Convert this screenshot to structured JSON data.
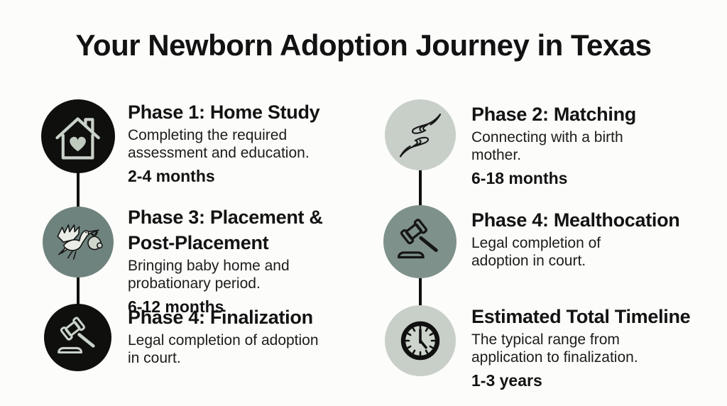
{
  "title": "Your Newborn Adoption Journey in Texas",
  "items": [
    {
      "title": [
        "Phase 1: Home Study",
        ""
      ],
      "desc": [
        "Completing the required",
        "assessment and education."
      ],
      "duration": "2-4 months",
      "icon": "house-heart-icon"
    },
    {
      "title": [
        "Phase 3: Placement &",
        "Post-Placement"
      ],
      "desc": [
        "Bringing baby home and",
        "probationary period."
      ],
      "duration": "6-12 months",
      "icon": "stork-delivery-icon"
    },
    {
      "title": [
        "Phase 4: Finalization",
        ""
      ],
      "desc": [
        "Legal completion of adoption",
        "in court."
      ],
      "duration": "",
      "icon": "gavel-icon"
    },
    {
      "title": [
        "Phase 2: Matching",
        ""
      ],
      "desc": [
        "Connecting with a birth",
        "mother."
      ],
      "duration": "6-18 months",
      "icon": "helping-hands-icon"
    },
    {
      "title": [
        "Phase 4: Mealthocation",
        ""
      ],
      "desc": [
        "Legal completion of",
        "adoption in court."
      ],
      "duration": "",
      "icon": "gavel-icon"
    },
    {
      "title": [
        "Estimated Total Timeline",
        ""
      ],
      "desc": [
        "The typical range from",
        "application to finalization."
      ],
      "duration": "1-3 years",
      "icon": "clock-icon"
    }
  ],
  "colors": {
    "background": "#fcfcfa",
    "text": "#141414",
    "circle_black": "#0f0f0d",
    "circle_sage_light": "#c7cfc8",
    "circle_sage_dark": "#6e837d",
    "circle_sage_mid": "#7e918a",
    "icon_light_stroke": "#c9d2c9",
    "icon_dark_stroke": "#161616",
    "connector": "#0f0f0d"
  }
}
